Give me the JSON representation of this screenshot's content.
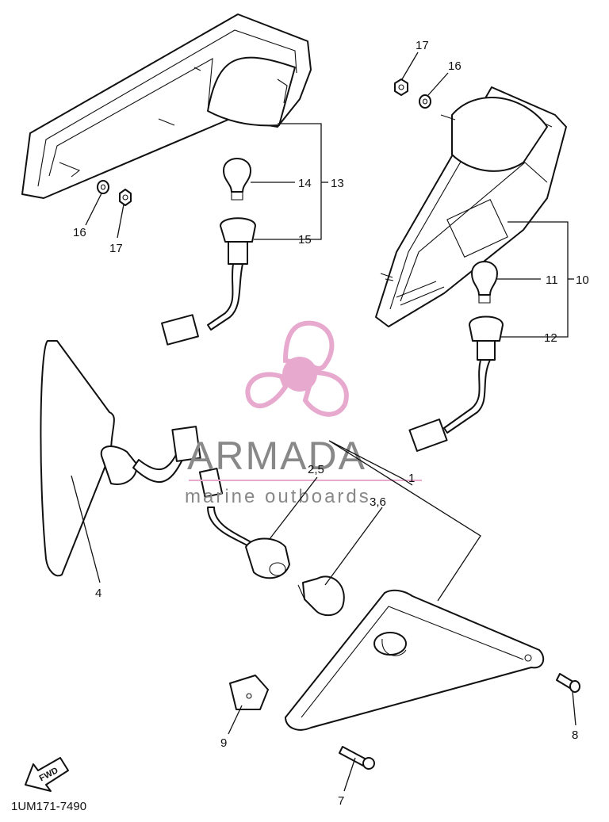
{
  "diagram": {
    "catalog_code": "1UM171-7490",
    "fwd_arrow_label": "FWD",
    "watermark": {
      "brand": "ARMADA",
      "subtitle": "marine outboards",
      "logo_color": "#e8a9cf",
      "text_color": "#888888"
    },
    "callouts": [
      {
        "id": "c1",
        "text": "1"
      },
      {
        "id": "c25",
        "text": "2,5"
      },
      {
        "id": "c36",
        "text": "3,6"
      },
      {
        "id": "c4",
        "text": "4"
      },
      {
        "id": "c7",
        "text": "7"
      },
      {
        "id": "c8",
        "text": "8"
      },
      {
        "id": "c9",
        "text": "9"
      },
      {
        "id": "c10",
        "text": "10"
      },
      {
        "id": "c11",
        "text": "11"
      },
      {
        "id": "c12",
        "text": "12"
      },
      {
        "id": "c13",
        "text": "13"
      },
      {
        "id": "c14",
        "text": "14"
      },
      {
        "id": "c15",
        "text": "15"
      },
      {
        "id": "c16a",
        "text": "16"
      },
      {
        "id": "c16b",
        "text": "16"
      },
      {
        "id": "c17a",
        "text": "17"
      },
      {
        "id": "c17b",
        "text": "17"
      }
    ]
  }
}
